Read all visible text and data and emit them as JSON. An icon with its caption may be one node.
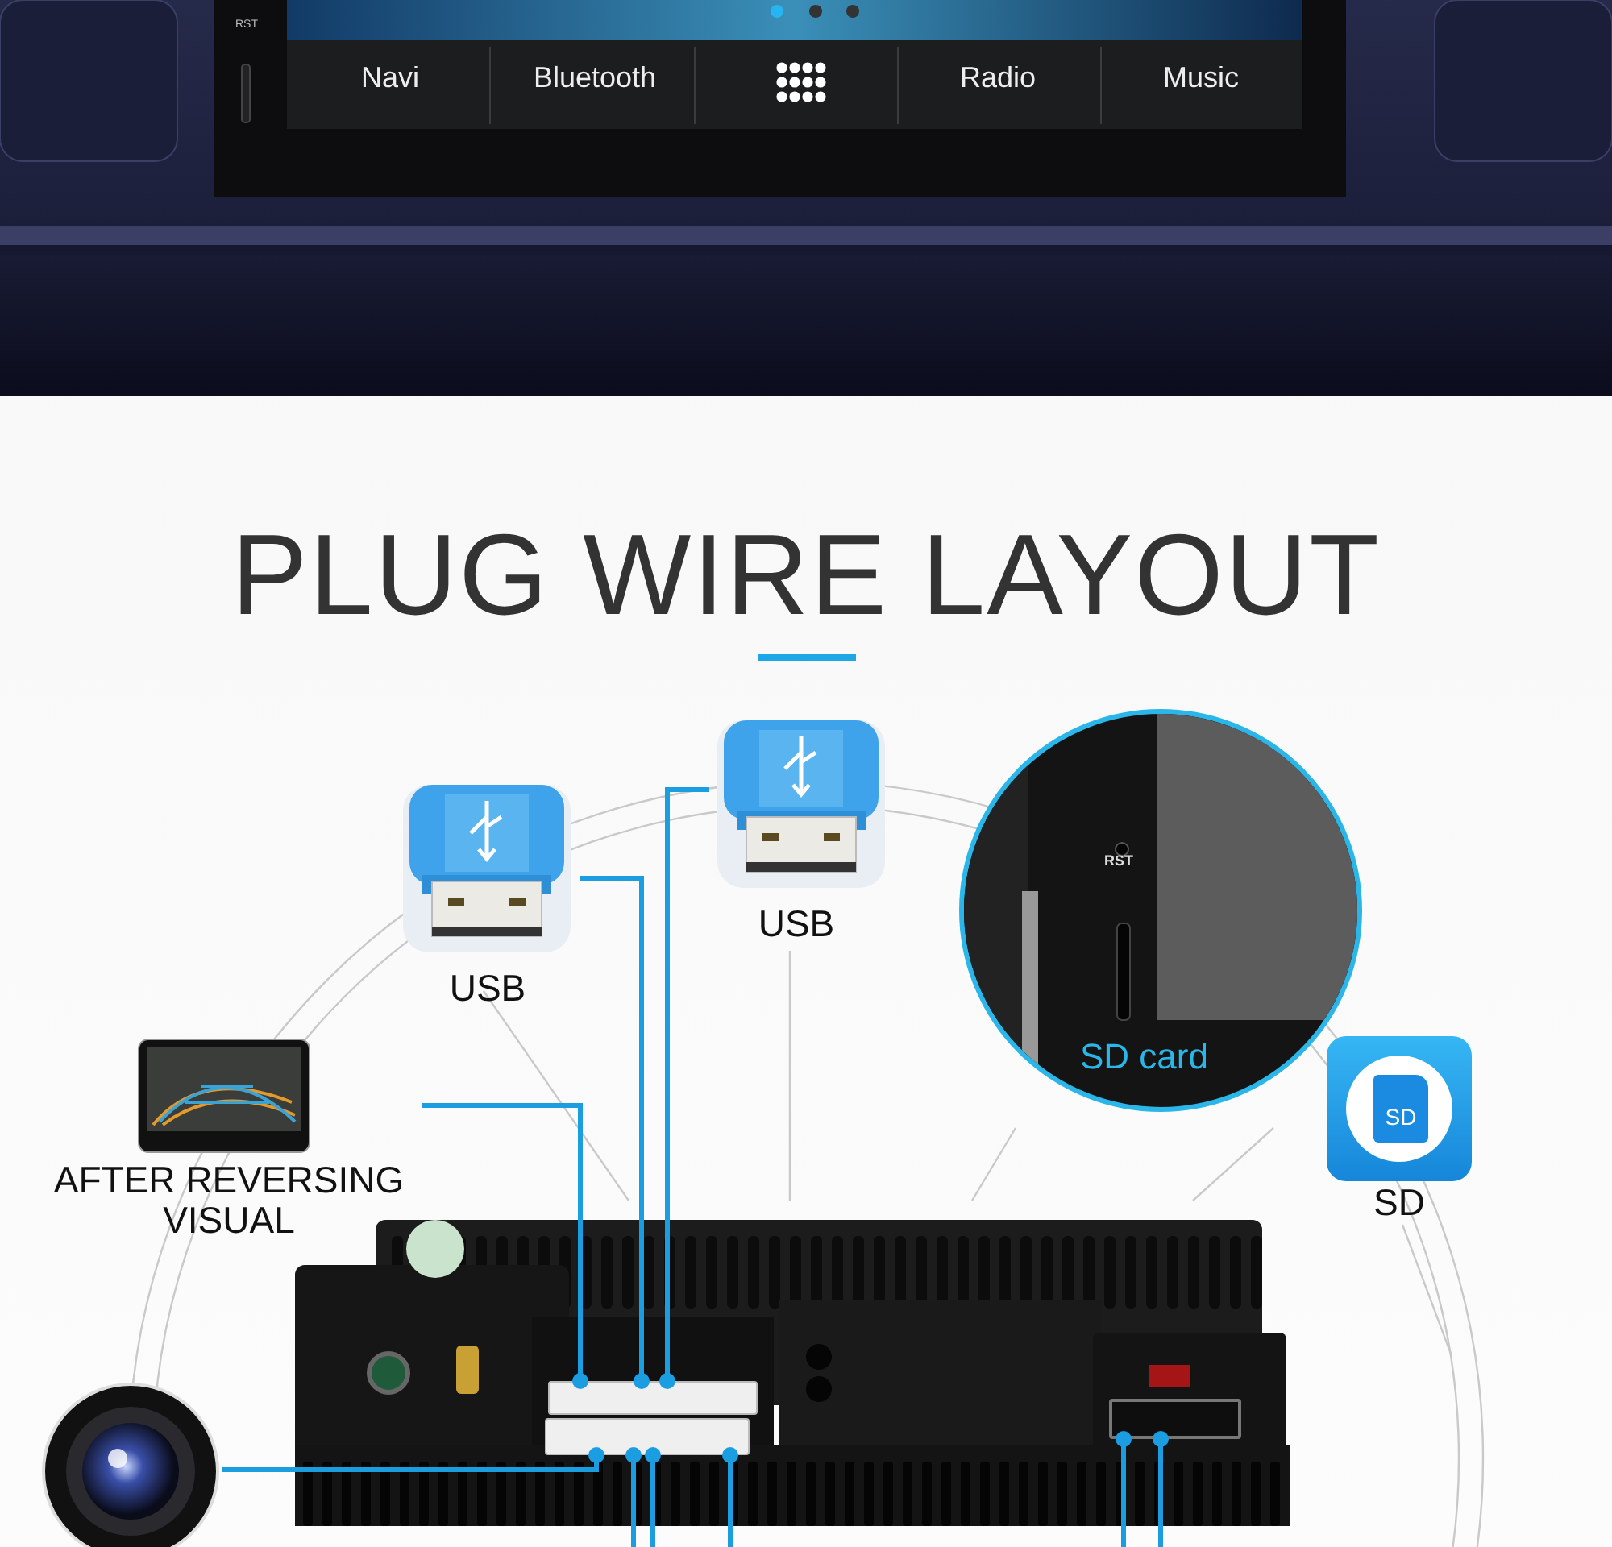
{
  "diagram": {
    "title": "PLUG WIRE LAYOUT",
    "nodes": [
      {
        "text": [
          "USB"
        ]
      },
      {
        "text": [
          "USB"
        ]
      },
      {
        "text": [
          "AFTER REVERSING VISUAL"
        ]
      },
      {
        "text": [
          "RST",
          "SD card"
        ]
      },
      {
        "text": [
          "SD",
          "SD"
        ]
      },
      {
        "text": [],
        "shape": "picture"
      },
      {
        "text": [],
        "shape": "picture"
      },
      {
        "text": [],
        "shape": "box",
        "in": 6
      },
      {
        "text": [],
        "shape": "box"
      },
      {
        "text": [],
        "shape": "box"
      }
    ],
    "edges": [
      {
        "from": 0,
        "to": 7,
        "arrow": "other"
      },
      {
        "from": 1,
        "to": 7,
        "arrow": "other"
      },
      {
        "from": 2,
        "to": 7,
        "arrow": "other"
      },
      {
        "from": 5,
        "to": 8,
        "arrow": "other"
      },
      {
        "from": 8,
        "to": null,
        "arrow": "other"
      },
      {
        "from": 8,
        "to": null,
        "arrow": "other"
      },
      {
        "from": 8,
        "to": null,
        "arrow": "other"
      },
      {
        "from": 9,
        "to": null,
        "arrow": "other"
      },
      {
        "from": 9,
        "to": null,
        "arrow": "other"
      }
    ],
    "labels": [
      "RST",
      "Navi",
      "Bluetooth",
      "Radio",
      "Music"
    ]
  }
}
